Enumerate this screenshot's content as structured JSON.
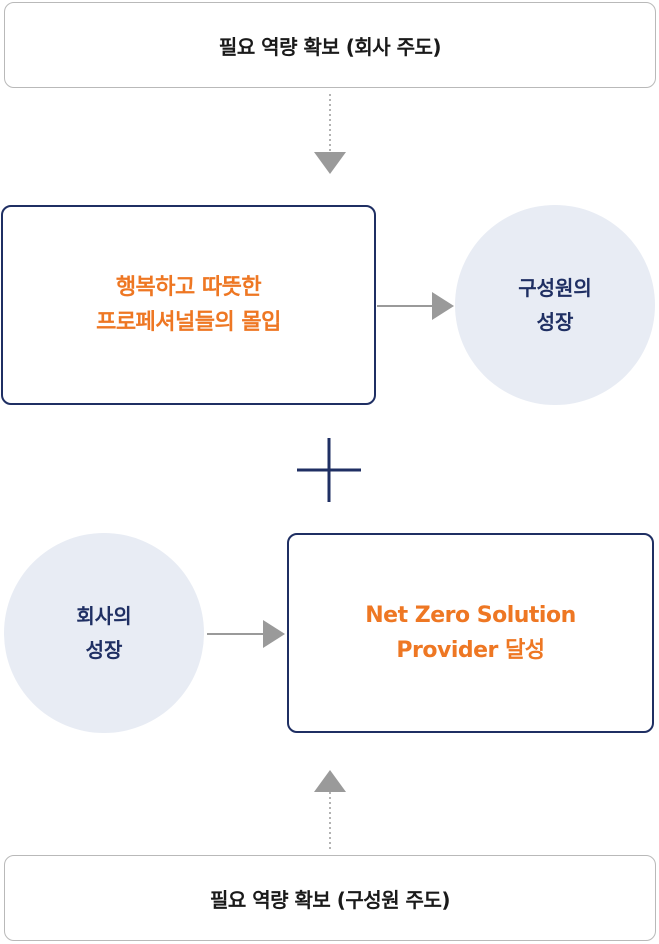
{
  "top_box": {
    "label": "필요 역량 확보 (회사 주도)"
  },
  "employee_box": {
    "line1": "행복하고 따뜻한",
    "line2": "프로페셔널들의 몰입"
  },
  "employee_circle": {
    "line1": "구성원의",
    "line2": "성장"
  },
  "company_circle": {
    "line1": "회사의",
    "line2": "성장"
  },
  "goal_box": {
    "line1": "Net Zero Solution",
    "line2": "Provider 달성"
  },
  "bottom_box": {
    "label": "필요 역량 확보 (구성원 주도)"
  },
  "colors": {
    "navy": "#1f2f63",
    "orange": "#ee7723",
    "circle_fill": "#e8ecf4",
    "border_gray": "#b9b9b9",
    "arrow_gray": "#9a9a9a"
  },
  "icons": [
    "plus-icon",
    "arrow-down-icon",
    "arrow-right-icon",
    "arrow-up-icon"
  ]
}
